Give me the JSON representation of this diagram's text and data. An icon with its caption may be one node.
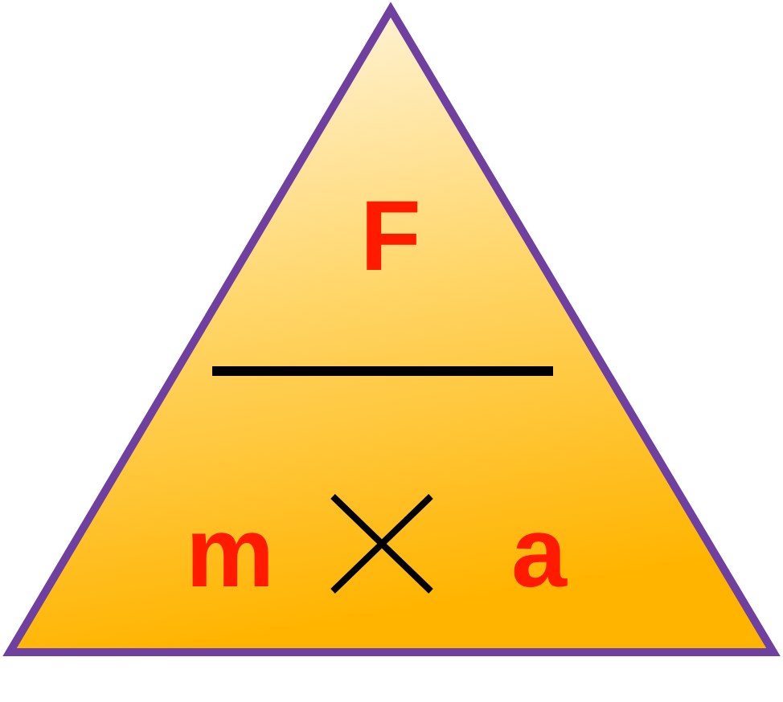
{
  "diagram": {
    "nodes": [
      {
        "text": [
          "F",
          "m",
          "a"
        ]
      }
    ]
  }
}
